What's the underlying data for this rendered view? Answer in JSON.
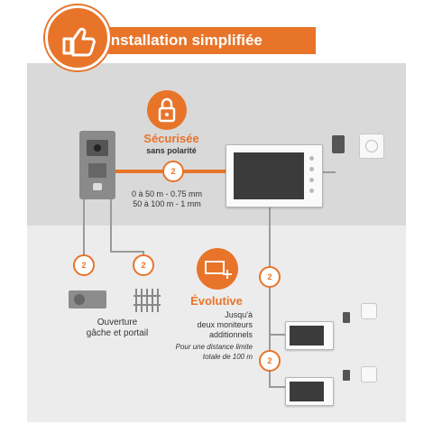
{
  "banner": {
    "title": "Installation simplifiée"
  },
  "secure": {
    "title": "Sécurisée",
    "subtitle": "sans polarité"
  },
  "cable": {
    "line1": "0 à 50 m - 0.75 mm",
    "line2": "50 à 100 m - 1 mm"
  },
  "wire_badge": "2",
  "bottom_left": {
    "line1": "Ouverture",
    "line2": "gâche et portail"
  },
  "evolutive": {
    "title": "Évolutive",
    "line1": "Jusqu'à",
    "line2": "deux moniteurs",
    "line3": "additionnels",
    "note1": "Pour une distance limite",
    "note2": "totale de 100 m"
  },
  "colors": {
    "accent": "#e8742a",
    "panel": "#d9d9d9",
    "panel_light": "#ececec"
  }
}
